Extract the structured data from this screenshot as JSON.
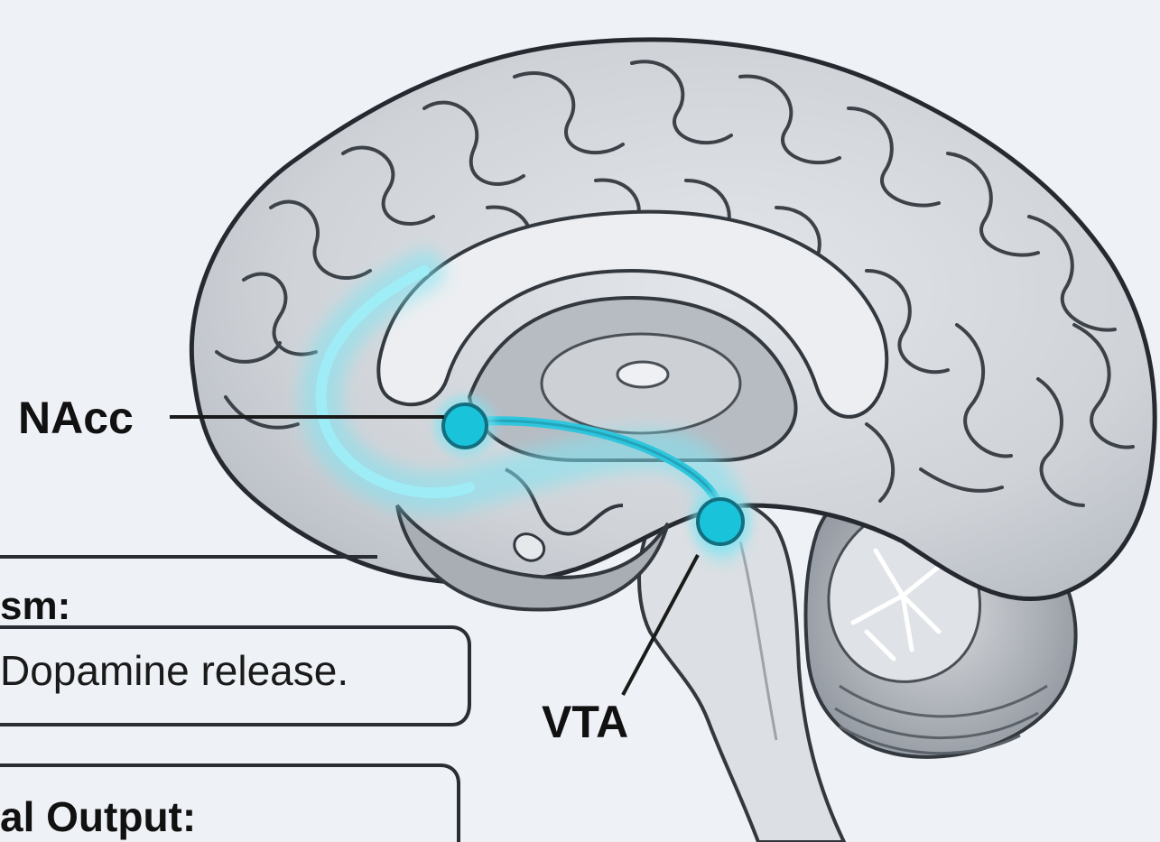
{
  "labels": {
    "nacc": "NAcc",
    "vta": "VTA"
  },
  "panels": {
    "mechanism_heading": "sm:",
    "mechanism_text": "Dopamine release.",
    "output_heading": "al Output:"
  },
  "colors": {
    "background": "#eef2f6",
    "cortex": "#d5d8dd",
    "cortex_fill": "#c3c7cd",
    "outline": "#33383f",
    "pathway": "#2fc6dd",
    "pathway_glow": "#7fe4f2",
    "node": "#19c3da"
  }
}
